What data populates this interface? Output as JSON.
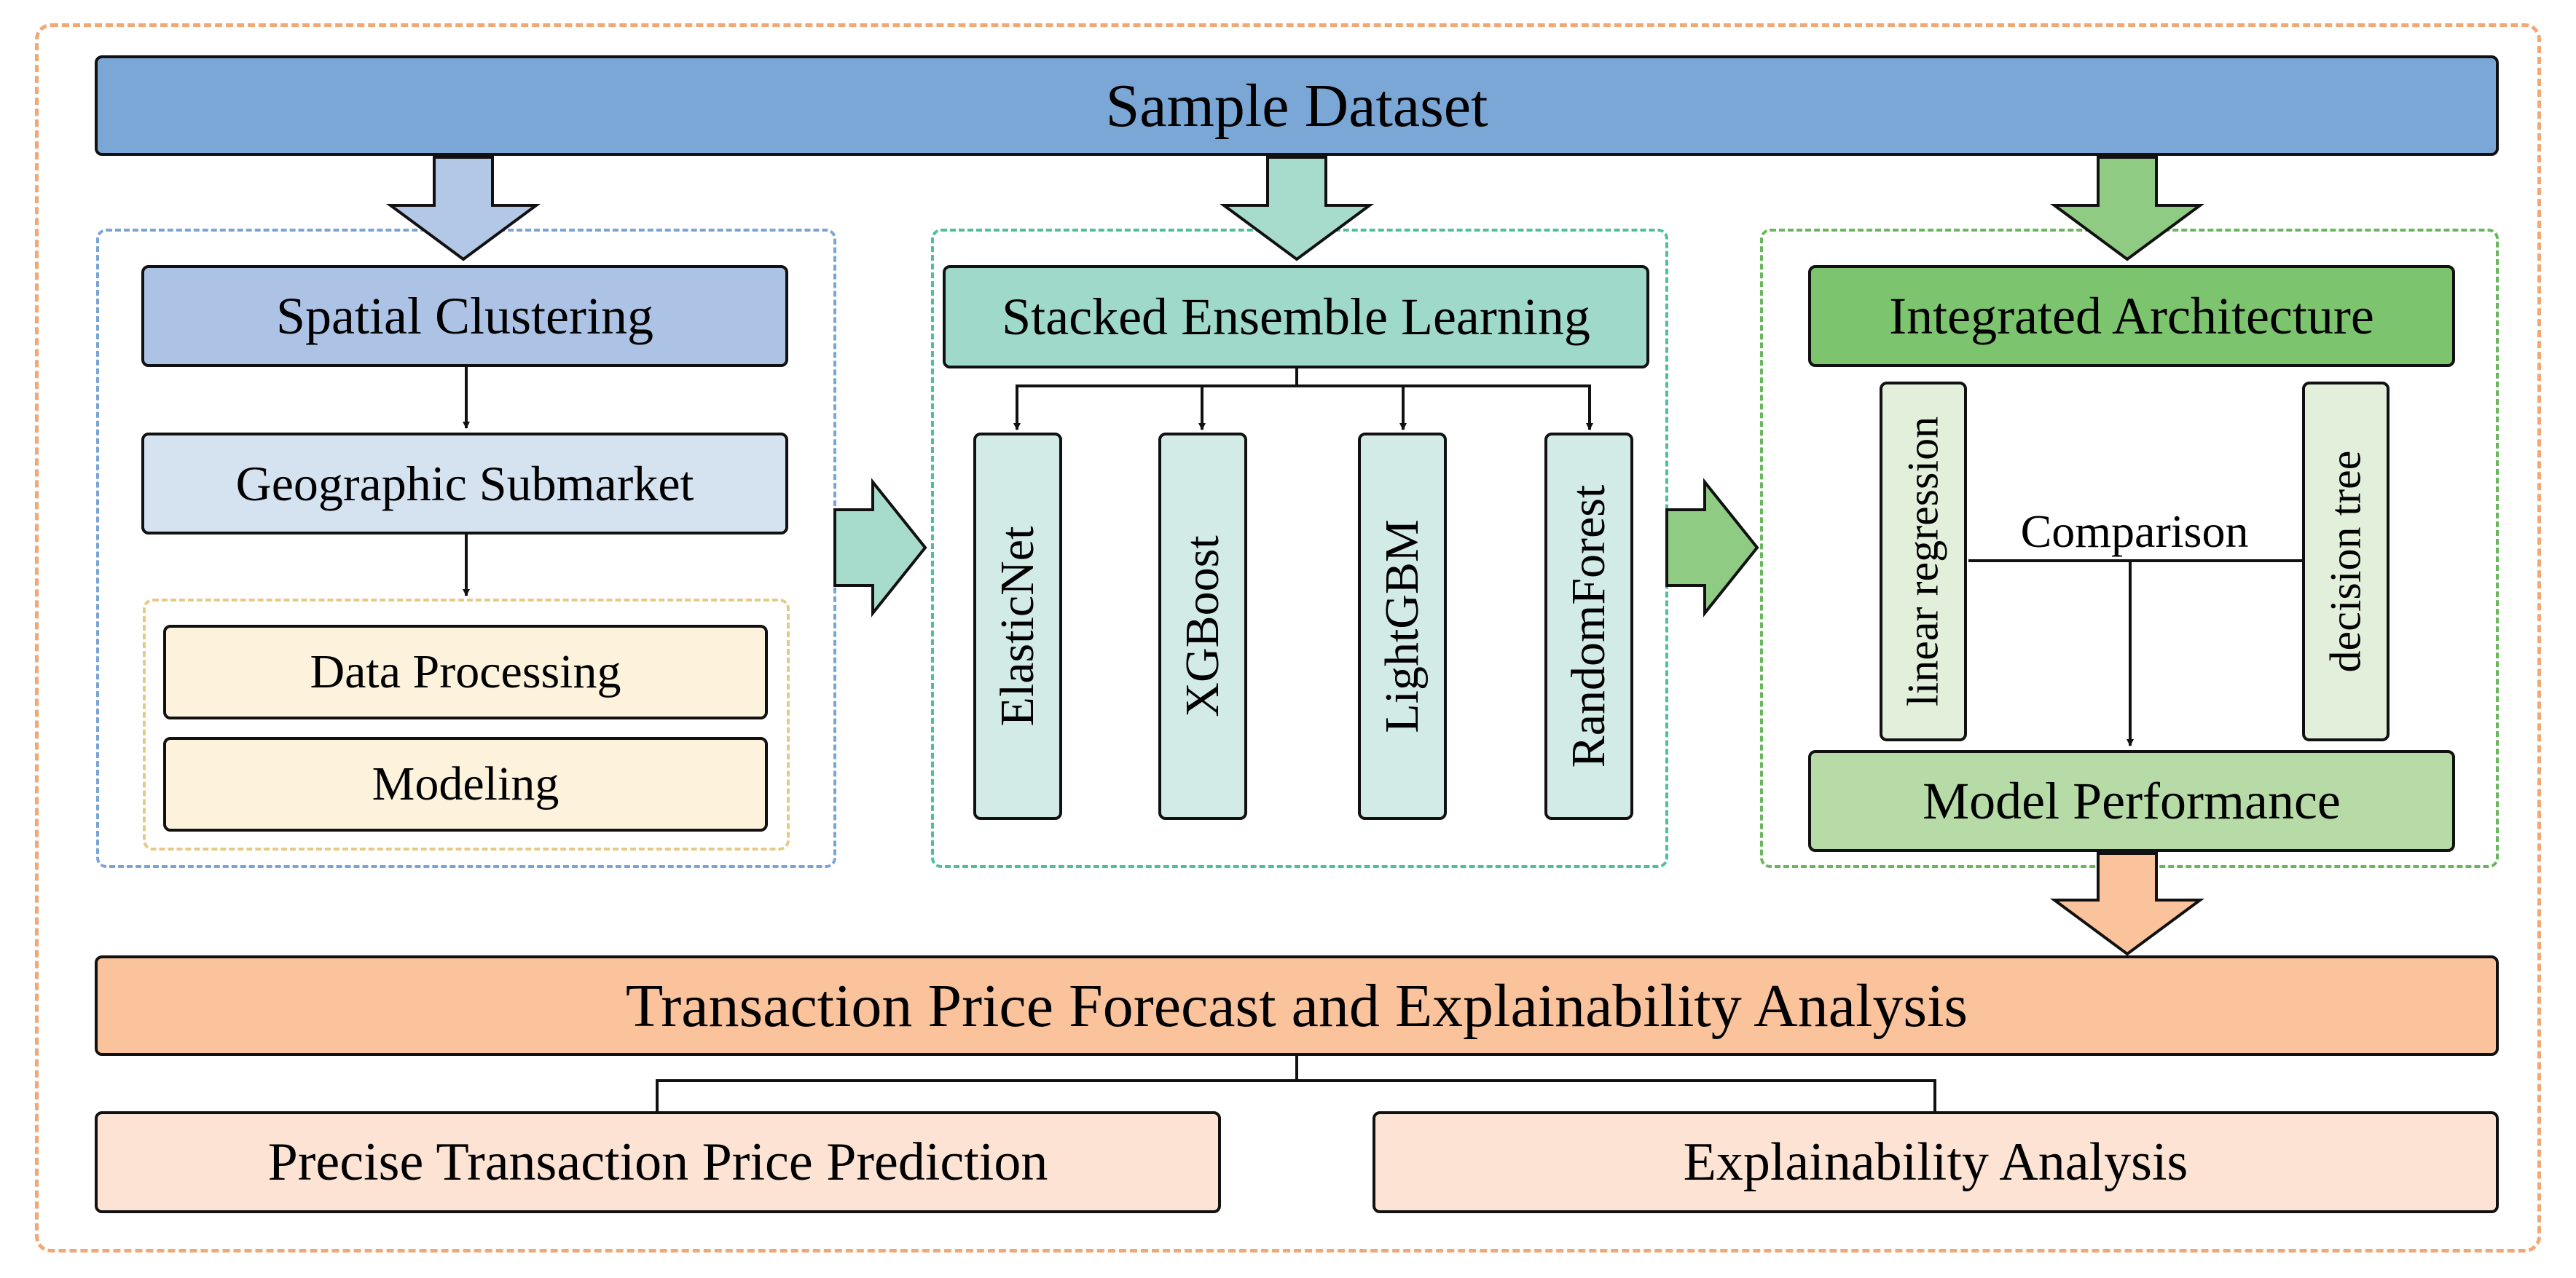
{
  "title": "Sample Dataset",
  "left_panel": {
    "heading": "Spatial Clustering",
    "step": "Geographic Submarket",
    "sub_steps": [
      "Data Processing",
      "Modeling"
    ]
  },
  "middle_panel": {
    "heading": "Stacked Ensemble Learning",
    "models": [
      "ElasticNet",
      "XGBoost",
      "LightGBM",
      "RandomForest"
    ]
  },
  "right_panel": {
    "heading": "Integrated Architecture",
    "baseline_left": "linear regression",
    "baseline_right": "decision tree",
    "comparison": "Comparison",
    "result": "Model Performance"
  },
  "bottom": {
    "heading": "Transaction Price Forecast and Explainability Analysis",
    "outputs": [
      "Precise Transaction Price Prediction",
      "Explainability Analysis"
    ]
  },
  "colors": {
    "outer_border": "#f2a874",
    "title_fill": "#7ba7d6",
    "left_accent": "#7aa3d6",
    "middle_accent": "#5cc2a6",
    "right_accent": "#6ab65c",
    "bottom_fill": "#fbc39b",
    "output_fill": "#fde3d4"
  }
}
